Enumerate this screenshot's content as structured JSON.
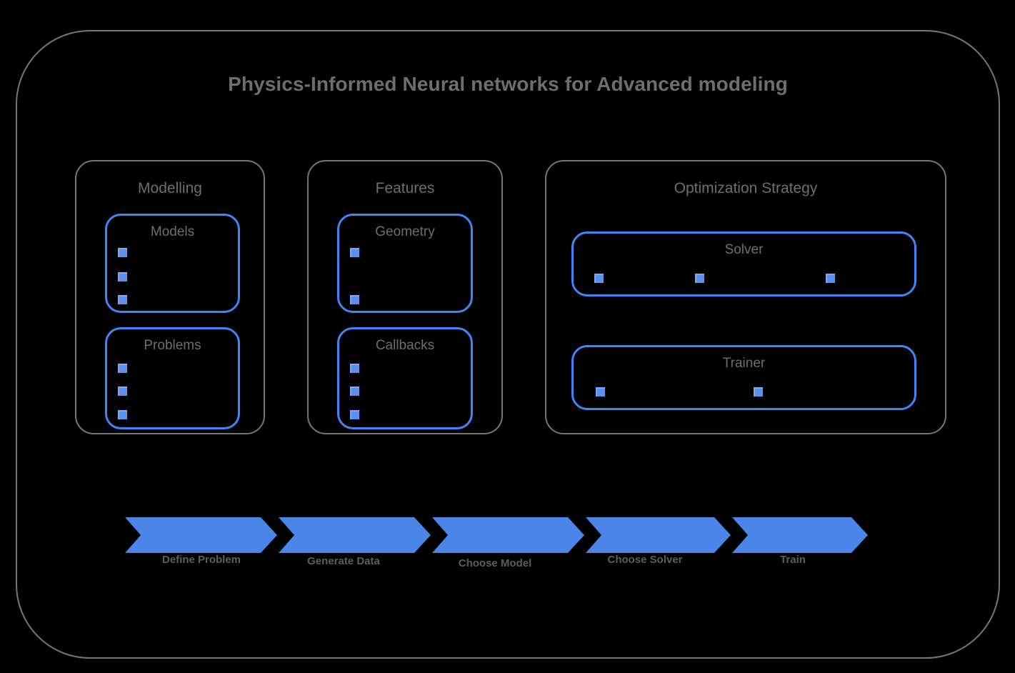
{
  "diagram": {
    "title": "Physics-Informed Neural networks for Advanced modeling",
    "colors": {
      "background": "#000000",
      "frame_border": "#767676",
      "text_gray": "#6e6e6e",
      "accent_blue": "#4285f4",
      "chevron_blue": "#4a85e8",
      "cube_blue": "#5b90ef"
    }
  },
  "panels": [
    {
      "id": "modelling",
      "title": "Modelling",
      "boxes": [
        {
          "id": "models",
          "title": "Models",
          "bullet_count": 3,
          "bullet_layout": "vertical"
        },
        {
          "id": "problems",
          "title": "Problems",
          "bullet_count": 3,
          "bullet_layout": "vertical"
        }
      ]
    },
    {
      "id": "features",
      "title": "Features",
      "boxes": [
        {
          "id": "geometry",
          "title": "Geometry",
          "bullet_count": 2,
          "bullet_layout": "vertical-spread"
        },
        {
          "id": "callbacks",
          "title": "Callbacks",
          "bullet_count": 3,
          "bullet_layout": "vertical"
        }
      ]
    },
    {
      "id": "optimization-strategy",
      "title": "Optimization Strategy",
      "boxes": [
        {
          "id": "solver",
          "title": "Solver",
          "bullet_count": 3,
          "bullet_layout": "horizontal"
        },
        {
          "id": "trainer",
          "title": "Trainer",
          "bullet_count": 2,
          "bullet_layout": "horizontal"
        }
      ]
    }
  ],
  "flow": {
    "steps": [
      {
        "index": 1,
        "label": "Define Problem"
      },
      {
        "index": 2,
        "label": "Generate Data"
      },
      {
        "index": 3,
        "label": "Choose Model"
      },
      {
        "index": 4,
        "label": "Choose Solver"
      },
      {
        "index": 5,
        "label": "Train"
      }
    ]
  }
}
